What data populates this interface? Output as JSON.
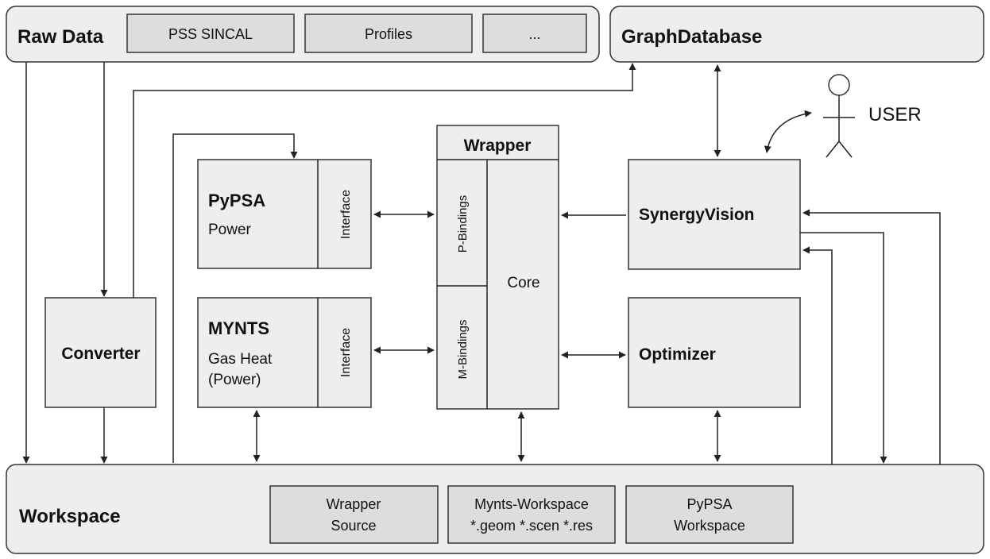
{
  "raw_data": {
    "title": "Raw Data",
    "sources": [
      "PSS SINCAL",
      "Profiles",
      "..."
    ]
  },
  "graph_database": {
    "title": "GraphDatabase"
  },
  "user": {
    "label": "USER"
  },
  "converter": {
    "title": "Converter"
  },
  "pypsa": {
    "title": "PyPSA",
    "subtitle": "Power",
    "interface": "Interface"
  },
  "mynts": {
    "title": "MYNTS",
    "subtitle_line1": "Gas Heat",
    "subtitle_line2": "(Power)",
    "interface": "Interface"
  },
  "wrapper": {
    "title": "Wrapper",
    "p_bindings": "P-Bindings",
    "m_bindings": "M-Bindings",
    "core": "Core"
  },
  "synergy_vision": {
    "title": "SynergyVision"
  },
  "optimizer": {
    "title": "Optimizer"
  },
  "workspace": {
    "title": "Workspace",
    "items": [
      {
        "line1": "Wrapper",
        "line2": "Source"
      },
      {
        "line1": "Mynts-Workspace",
        "line2": "*.geom *.scen *.res"
      },
      {
        "line1": "PyPSA",
        "line2": "Workspace"
      }
    ]
  }
}
